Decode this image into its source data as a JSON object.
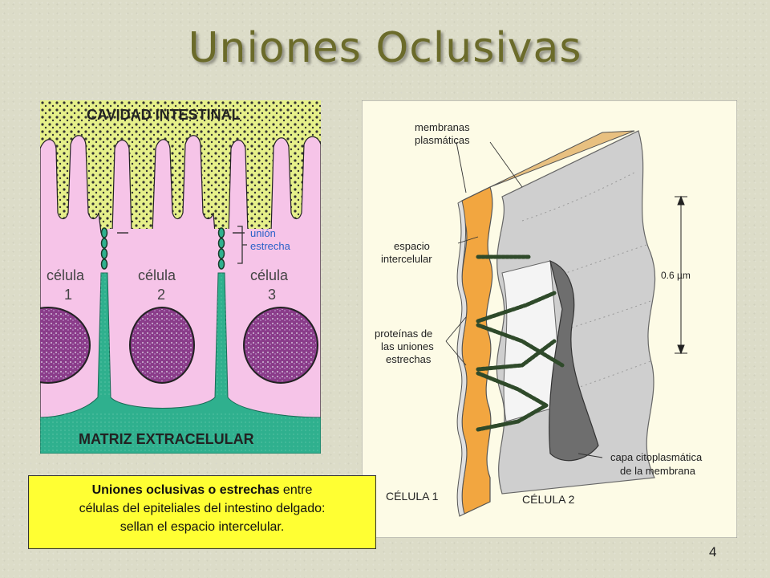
{
  "slide": {
    "title": "Uniones Oclusivas",
    "page_number": "4"
  },
  "left_diagram": {
    "top_label": "CAVIDAD  INTESTINAL",
    "bottom_label": "MATRIZ EXTRACELULAR",
    "junction_label_line1": "unión",
    "junction_label_line2": "estrecha",
    "cells": [
      {
        "word": "célula",
        "number": "1"
      },
      {
        "word": "célula",
        "number": "2"
      },
      {
        "word": "célula",
        "number": "3"
      }
    ],
    "colors": {
      "lumen": "#e6f08a",
      "cytoplasm": "#f6c4e8",
      "matrix": "#2fb08e",
      "nucleus": "#8a3c8a",
      "label_blue": "#2a62c8"
    }
  },
  "right_diagram": {
    "labels": {
      "membranes_1": "membranas",
      "membranes_2": "plasmáticas",
      "space_1": "espacio",
      "space_2": "intercelular",
      "proteins_1": "proteínas de",
      "proteins_2": "las uniones",
      "proteins_3": "estrechas",
      "scale": "0.6 µm",
      "layer_1": "capa citoplasmática",
      "layer_2": "de la membrana",
      "cell1": "CÉLULA  1",
      "cell2": "CÉLULA  2"
    },
    "colors": {
      "background": "#fdfbe6",
      "membrane": "#c8c8c8",
      "space": "#f2a640",
      "protein": "#2f4a2a"
    }
  },
  "caption": {
    "bold": "Uniones oclusivas o estrechas",
    "rest_1": " entre",
    "line2": "células del epiteliales del intestino delgado:",
    "line3": "sellan el espacio intercelular."
  }
}
